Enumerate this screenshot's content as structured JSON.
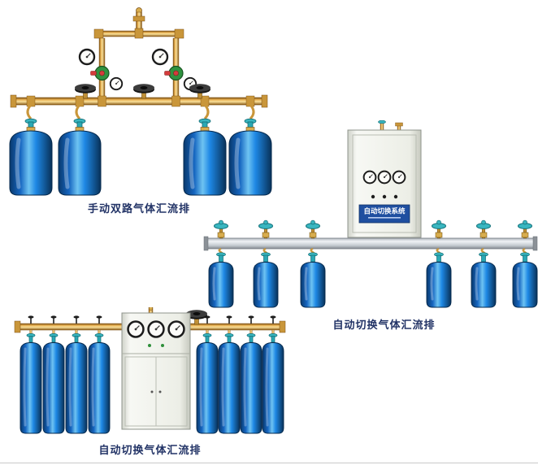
{
  "page": {
    "background": "#ffffff",
    "caption_color": "#223366",
    "bottom_rule_color": "#c9c9c9"
  },
  "products": [
    {
      "id": "manual-dual-manifold",
      "caption": "手动双路气体汇流排"
    },
    {
      "id": "auto-switch-rail-manifold",
      "caption": "自动切换气体汇流排"
    },
    {
      "id": "auto-switch-cabinet-manifold",
      "caption": "自动切换气体汇流排"
    }
  ],
  "cabinet": {
    "label_cn": "自动切换系统"
  },
  "colors": {
    "cylinder_blue": "#1565c0",
    "cylinder_highlight": "#6ec3f2",
    "brass": "#d8ad4e",
    "valve_teal": "#3ab6c0",
    "rail_silver": "#c3c9cf",
    "cabinet_body": "#f2f3ee",
    "label_plate_blue": "#1f4fa0"
  }
}
